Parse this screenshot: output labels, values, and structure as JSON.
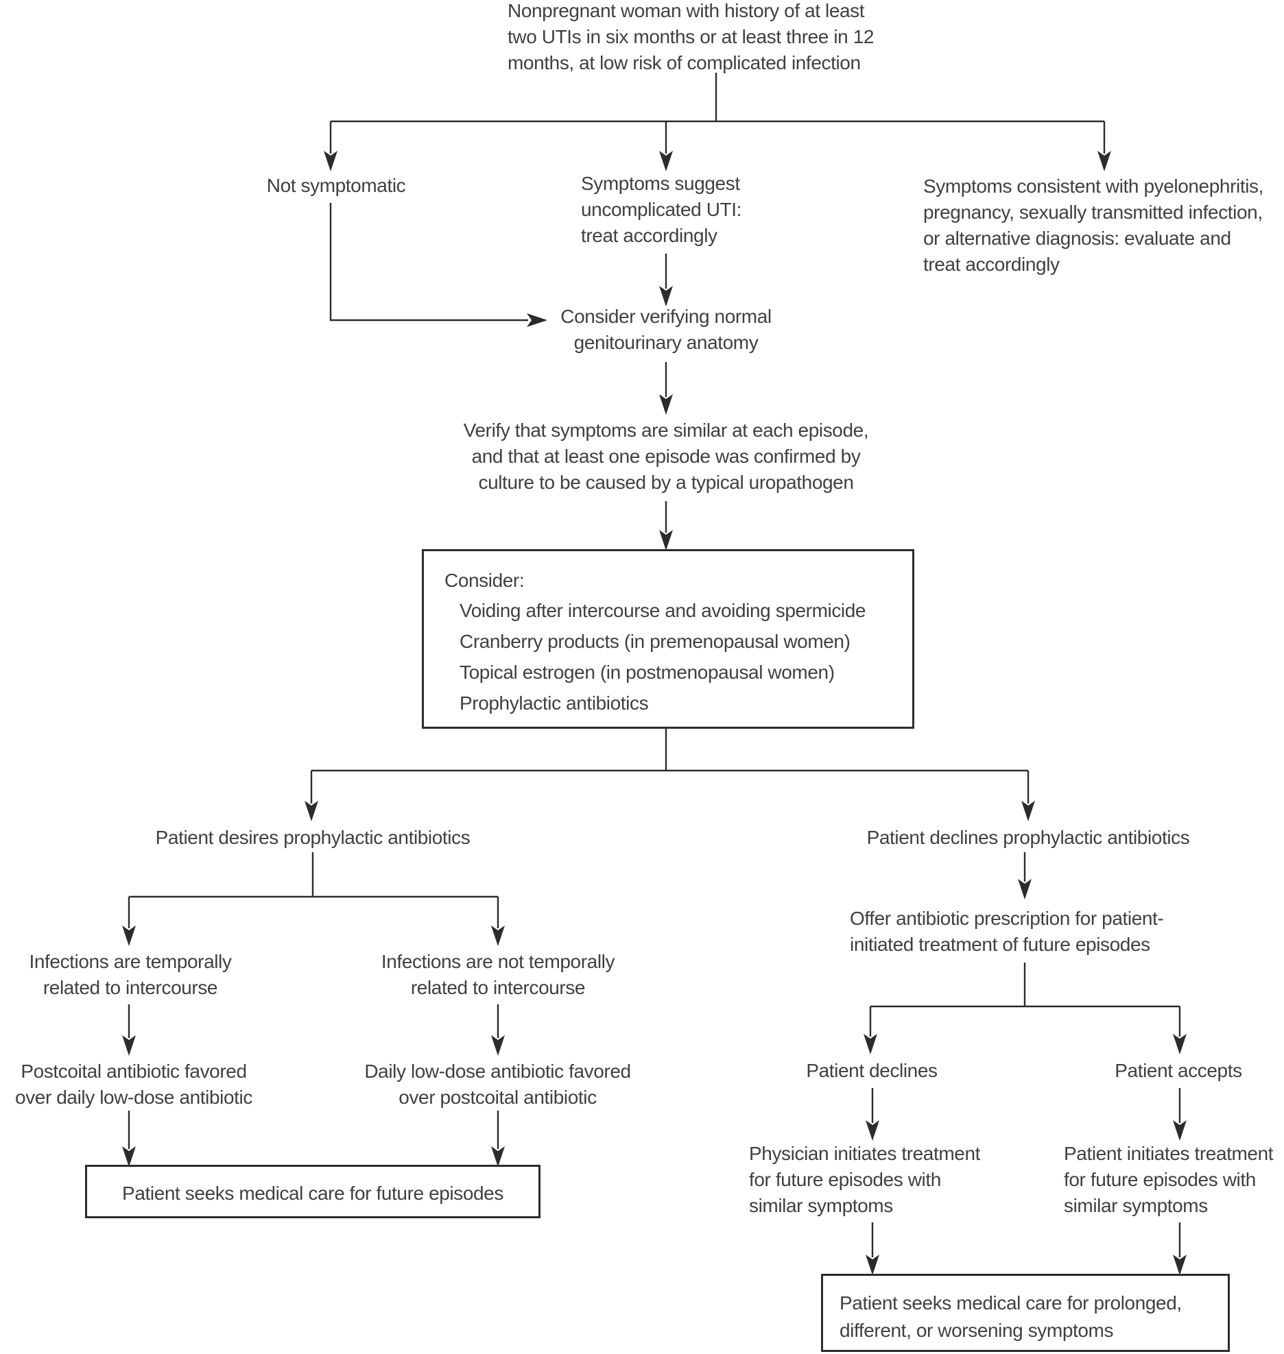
{
  "colors": {
    "line": "#2c2c2c",
    "text": "#404040",
    "background": "#ffffff"
  },
  "nodes": {
    "start": "Nonpregnant woman with history of at least\ntwo UTIs in six months or at least three in 12\nmonths, at low risk of complicated infection",
    "not_symptomatic": "Not symptomatic",
    "uncomplicated": "Symptoms suggest\nuncomplicated UTI:\ntreat accordingly",
    "pyelonephritis": "Symptoms consistent with pyelonephritis,\npregnancy, sexually transmitted infection,\nor alternative diagnosis: evaluate and\ntreat accordingly",
    "verify_anatomy": "Consider verifying normal\ngenitourinary anatomy",
    "verify_symptoms": "Verify that symptoms are similar at each episode,\nand that at least one episode was confirmed by\nculture to be caused by a typical uropathogen",
    "consider": {
      "heading": "Consider:",
      "items": [
        "Voiding after intercourse and avoiding spermicide",
        "Cranberry products (in premenopausal women)",
        "Topical estrogen (in postmenopausal women)",
        "Prophylactic antibiotics"
      ]
    },
    "desires_prophylaxis": "Patient desires prophylactic antibiotics",
    "declines_prophylaxis": "Patient declines prophylactic antibiotics",
    "temporally_related": "Infections are temporally\nrelated to intercourse",
    "not_temporally_related": "Infections are not temporally\nrelated to intercourse",
    "postcoital_favored": "Postcoital antibiotic favored\nover daily low-dose antibiotic",
    "daily_favored": "Daily low-dose antibiotic favored\nover postcoital antibiotic",
    "seeks_future_care": "Patient seeks medical care for future episodes",
    "offer_prescription": "Offer antibiotic prescription for patient-\ninitiated treatment of future episodes",
    "patient_declines": "Patient declines",
    "patient_accepts": "Patient accepts",
    "physician_initiates": "Physician initiates treatment\nfor future episodes with\nsimilar symptoms",
    "patient_initiates": "Patient initiates treatment\nfor future episodes with\nsimilar symptoms",
    "seeks_prolonged_care": "Patient seeks medical care for prolonged,\ndifferent, or worsening symptoms"
  }
}
